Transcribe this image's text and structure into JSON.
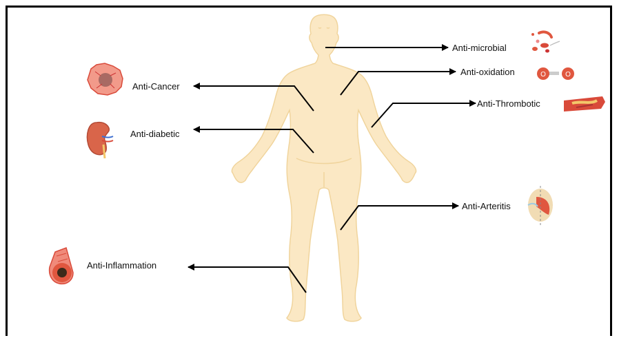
{
  "labels": {
    "microbial": "Anti-microbial",
    "oxidation": "Anti-oxidation",
    "thrombotic": "Anti-Thrombotic",
    "arteritis": "Anti-Arteritis",
    "cancer": "Anti-Cancer",
    "diabetic": "Anti-diabetic",
    "inflammation": "Anti-Inflammation"
  },
  "molecule": {
    "atom_left": "O",
    "atom_right": "O"
  },
  "colors": {
    "skin": "#fbe8c4",
    "skin_outline": "#f0d49c",
    "organ_red": "#e0573f",
    "arrow": "#000000"
  }
}
